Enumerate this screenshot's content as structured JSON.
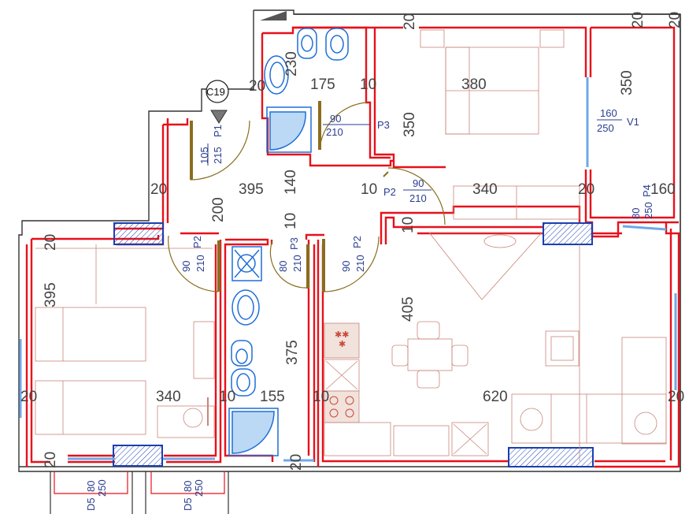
{
  "plan": {
    "room_tag": "C19",
    "top_wall_dims": [
      "20",
      "20",
      "20"
    ],
    "dimensions": {
      "bath_top_width": "175",
      "bath_top_height": "230",
      "partition_a": "10",
      "bedroom_top_width": "380",
      "bedroom_top_height": "350",
      "balcony_height": "350",
      "hall_width": "395",
      "hall_140": "140",
      "hall_200": "200",
      "hall_10": "10",
      "hall_10b": "10",
      "kitchen_top_width": "340",
      "wall_20_right": "20",
      "balcony_width": "160",
      "wall_20_left": "20",
      "wall_20_left2": "20",
      "bedroom_left_height": "395",
      "bath_mid_height": "375",
      "living_height": "405",
      "bedroom_left_width": "340",
      "wall_10_a": "10",
      "bath_mid_width": "155",
      "wall_10_b": "10",
      "living_width": "620",
      "wall_20_bottom_left": "20",
      "wall_20_bottom_mid": "20",
      "wall_20_right_bottom": "20",
      "wall_20_left_bottom": "20",
      "wall_20_left_upper": "20",
      "wall_10_kitchen": "10"
    },
    "doors": {
      "p1": {
        "tag": "P1",
        "width": "105",
        "height": "215"
      },
      "p3_top": {
        "tag": "P3",
        "width": "90",
        "height": "210"
      },
      "p2_top": {
        "tag": "P2",
        "width": "90",
        "height": "210"
      },
      "p2_left": {
        "tag": "P2",
        "width": "90",
        "height": "210"
      },
      "p3_mid": {
        "tag": "P3",
        "width": "80",
        "height": "210"
      },
      "p2_mid": {
        "tag": "P2",
        "width": "90",
        "height": "210"
      },
      "p4": {
        "tag": "P4",
        "width": "80",
        "height": "250"
      },
      "v1": {
        "tag": "V1",
        "width": "160",
        "height": "250"
      },
      "d5_a": {
        "tag": "D5",
        "width": "80",
        "height": "250"
      },
      "d5_b": {
        "tag": "D5",
        "width": "80",
        "height": "250"
      }
    },
    "colors": {
      "wall_red": "#e8101a",
      "outline_dark": "#333333",
      "window_blue": "#1b3fb0",
      "fixture_blue": "#1f6fd6",
      "door_gold": "#8a6d1e",
      "furniture": "#c9857a"
    }
  }
}
